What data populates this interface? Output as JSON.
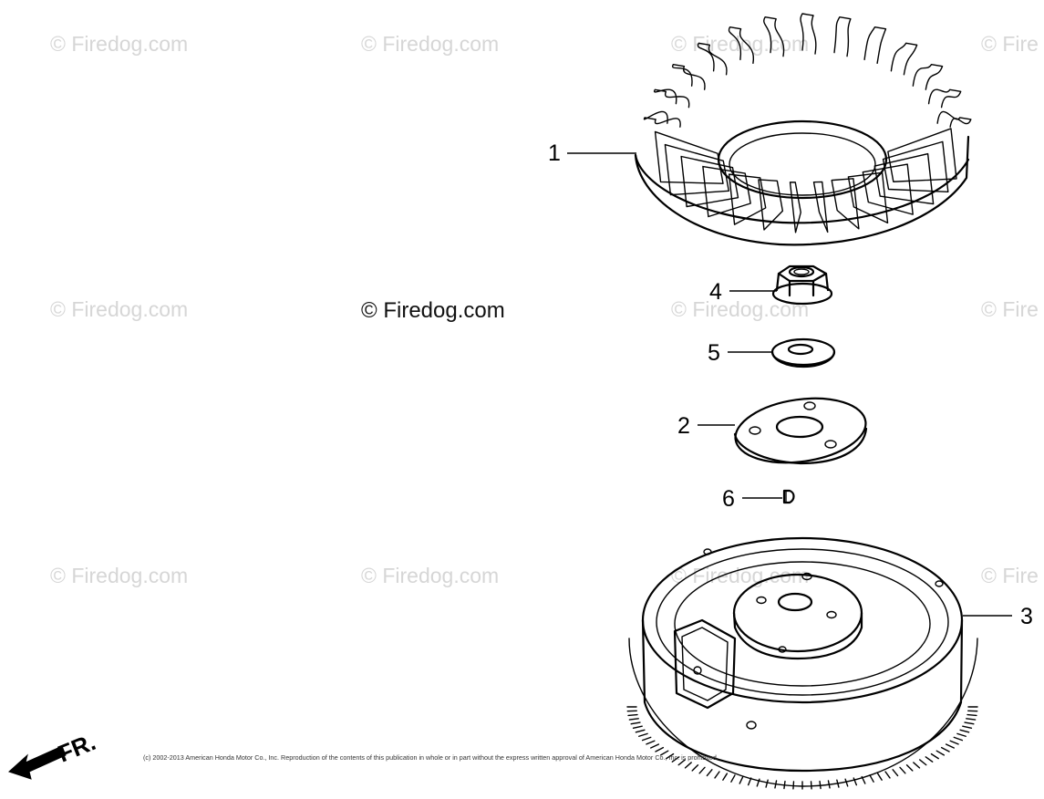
{
  "watermarks": {
    "text": "© Firedog.com",
    "partial_text": "© Fire",
    "center_text": "© Firedog.com"
  },
  "parts": [
    {
      "callout": "1",
      "name": "cooling-fan"
    },
    {
      "callout": "2",
      "name": "fan-plate"
    },
    {
      "callout": "3",
      "name": "flywheel"
    },
    {
      "callout": "4",
      "name": "flange-nut"
    },
    {
      "callout": "5",
      "name": "washer"
    },
    {
      "callout": "6",
      "name": "woodruff-key"
    }
  ],
  "direction_marker": {
    "label": "FR.",
    "icon": "arrow-icon"
  },
  "copyright": "(c) 2002-2013 American Honda Motor Co., Inc. Reproduction of the contents of this publication in whole or in part without the express written approval of American Honda Motor Co., Inc. is prohibited."
}
